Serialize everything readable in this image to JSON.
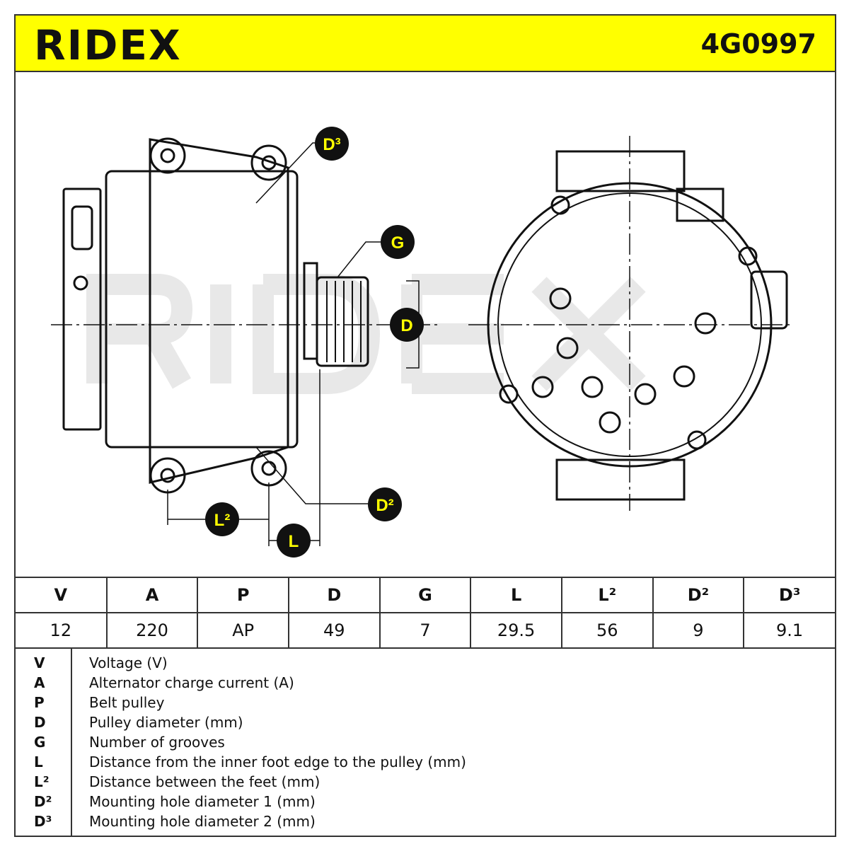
{
  "header": {
    "brand": "RIDEX",
    "part_number": "4G0997"
  },
  "colors": {
    "accent": "#ffff00",
    "callout": "#111111",
    "callout_text": "#ffff00"
  },
  "diagram": {
    "callouts": [
      "D³",
      "G",
      "D",
      "D²",
      "L²",
      "L"
    ],
    "watermark": "RIDEX"
  },
  "spec_table": {
    "headers": [
      "V",
      "A",
      "P",
      "D",
      "G",
      "L",
      "L²",
      "D²",
      "D³"
    ],
    "values": [
      "12",
      "220",
      "AP",
      "49",
      "7",
      "29.5",
      "56",
      "9",
      "9.1"
    ]
  },
  "legend": [
    {
      "key": "V",
      "desc": "Voltage (V)"
    },
    {
      "key": "A",
      "desc": "Alternator charge current (A)"
    },
    {
      "key": "P",
      "desc": "Belt pulley"
    },
    {
      "key": "D",
      "desc": "Pulley diameter (mm)"
    },
    {
      "key": "G",
      "desc": "Number of grooves"
    },
    {
      "key": "L",
      "desc": "Distance from the inner foot edge to the pulley (mm)"
    },
    {
      "key": "L²",
      "desc": "Distance between the feet (mm)"
    },
    {
      "key": "D²",
      "desc": "Mounting hole diameter 1 (mm)"
    },
    {
      "key": "D³",
      "desc": "Mounting hole diameter 2 (mm)"
    }
  ]
}
